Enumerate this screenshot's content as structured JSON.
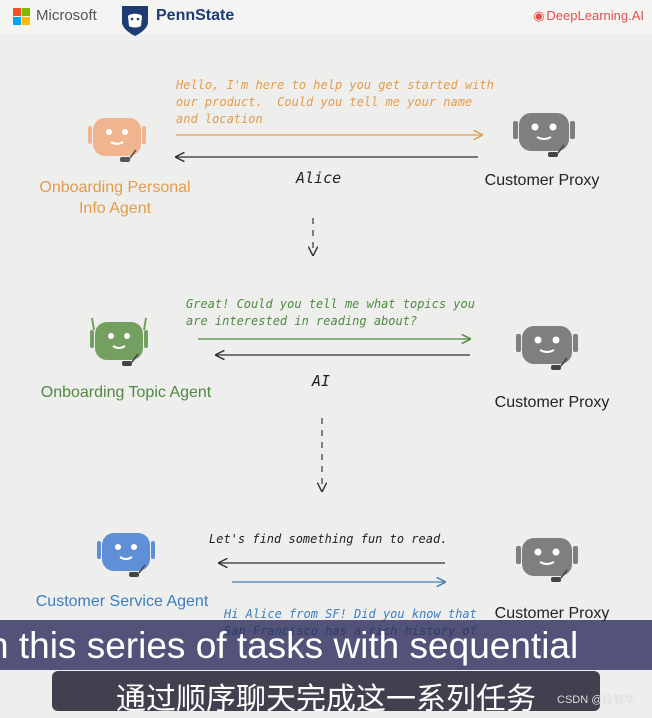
{
  "header": {
    "microsoft": "Microsoft",
    "pennstate": "PennState",
    "deeplearning": "DeepLearning.AI"
  },
  "agents": [
    {
      "name": "Onboarding Personal\nInfo Agent",
      "color": "#e59b4c",
      "robot_color": "#f0b58f",
      "proxy": "Customer Proxy",
      "message": "Hello, I'm here to help you get started with\nour product.  Could you tell me your name\nand location",
      "reply": "Alice"
    },
    {
      "name": "Onboarding Topic Agent",
      "color": "#4f8a43",
      "robot_color": "#739f60",
      "proxy": "Customer Proxy",
      "message": "Great! Could you tell me what topics you\nare interested in reading about?",
      "reply": "AI"
    },
    {
      "name": "Customer Service Agent",
      "color": "#3c7fbd",
      "robot_color": "#5f8fd6",
      "proxy": "Customer Proxy",
      "message": "Let's find something fun to read.",
      "reply": "Hi Alice from SF! Did you know that\nSan Francisco has a rich history of"
    }
  ],
  "subtitles": {
    "english": "h this series of tasks with sequential",
    "chinese": "通过顺序聊天完成这一系列任务"
  },
  "watermark": "CSDN @段智华"
}
